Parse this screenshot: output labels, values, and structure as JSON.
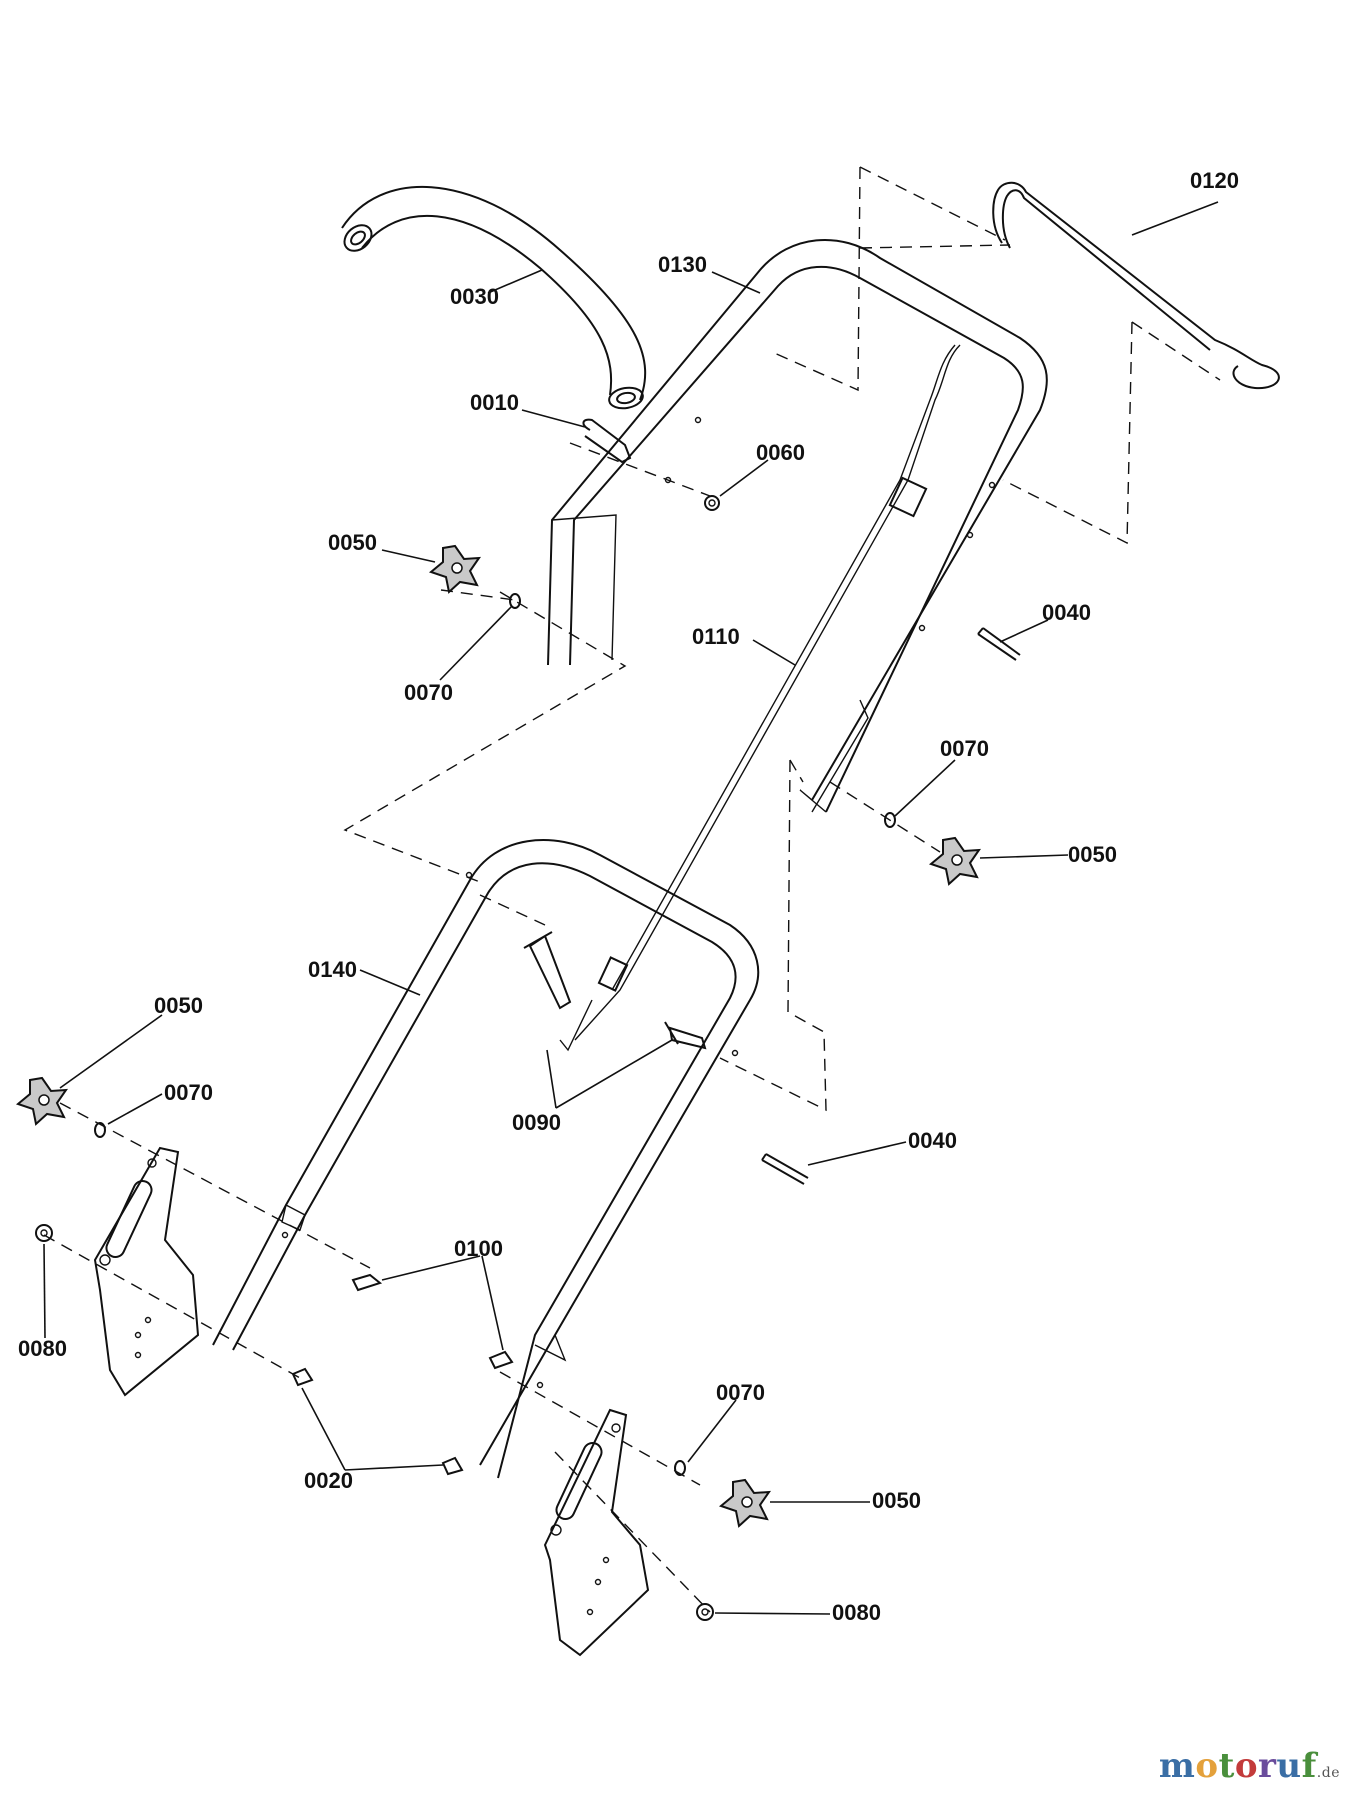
{
  "parts": {
    "p0120": "0120",
    "p0130": "0130",
    "p0030": "0030",
    "p0010": "0010",
    "p0060": "0060",
    "p0050_a": "0050",
    "p0070_a": "0070",
    "p0110": "0110",
    "p0040_a": "0040",
    "p0070_b": "0070",
    "p0050_b": "0050",
    "p0140": "0140",
    "p0050_c": "0050",
    "p0070_c": "0070",
    "p0090": "0090",
    "p0040_b": "0040",
    "p0100": "0100",
    "p0080_a": "0080",
    "p0020": "0020",
    "p0070_d": "0070",
    "p0050_d": "0050",
    "p0080_b": "0080"
  },
  "watermark": {
    "letters": [
      "m",
      "o",
      "t",
      "o",
      "r",
      "u",
      "f"
    ],
    "suffix": ".de",
    "colors": [
      "#3a6ea5",
      "#e4a13b",
      "#4a8f3c",
      "#c33b3b",
      "#6a4c9c",
      "#3a6ea5",
      "#4a8f3c"
    ]
  }
}
